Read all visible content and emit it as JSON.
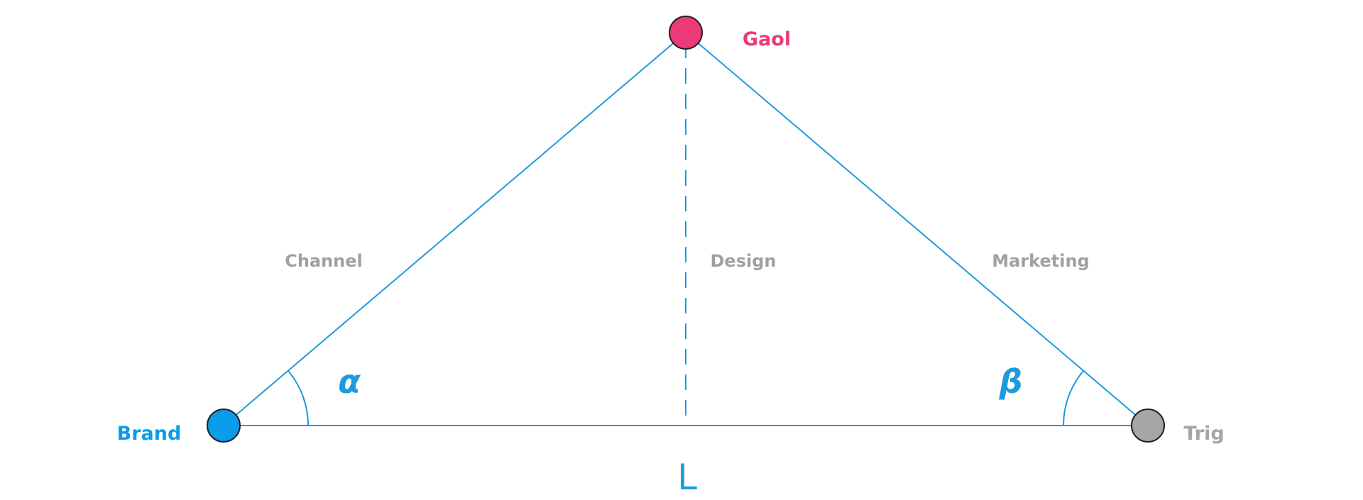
{
  "diagram": {
    "colors": {
      "line": "#1E9BE0",
      "side_label": "#A0A0A0",
      "node_brand": "#0A9BEA",
      "node_gaol": "#EC3A78",
      "node_trig": "#A6A6A6",
      "node_stroke": "#222222"
    },
    "nodes": {
      "brand": {
        "label": "Brand",
        "color": "#0A9BEA"
      },
      "gaol": {
        "label": "Gaol",
        "color": "#EC3A78"
      },
      "trig": {
        "label": "Trig",
        "color": "#A6A6A6"
      }
    },
    "sides": {
      "left": "Channel",
      "center": "Design",
      "right": "Marketing"
    },
    "angles": {
      "left": "α",
      "right": "β"
    },
    "base": "L"
  }
}
